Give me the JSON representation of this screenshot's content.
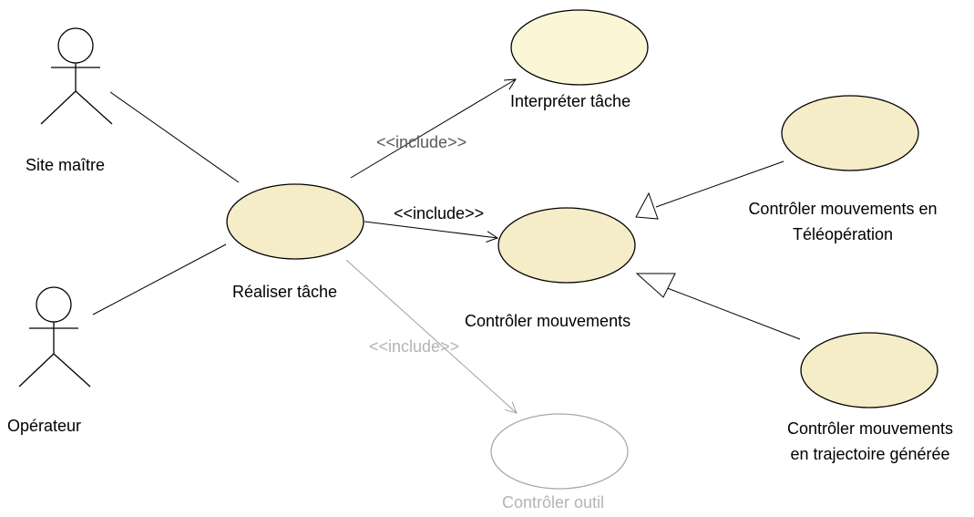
{
  "actors": {
    "site_maitre": "Site maître",
    "operateur": "Opérateur"
  },
  "use_cases": {
    "realiser_tache": "Réaliser tâche",
    "interpreter_tache": "Interpréter tâche",
    "controler_mouvements": "Contrôler mouvements",
    "controler_teleoperation_line1": "Contrôler mouvements en",
    "controler_teleoperation_line2": "Téléopération",
    "controler_trajectoire_line1": "Contrôler mouvements",
    "controler_trajectoire_line2": "en trajectoire générée",
    "controler_outil": "Contrôler outil"
  },
  "relations": {
    "include_interpreter": "<<include>>",
    "include_mouvements": "<<include>>",
    "include_outil": "<<include>>"
  },
  "colors": {
    "usecase_fill": "#f5ecc8",
    "usecase_fill_light": "#fbf6d6",
    "line": "#000000",
    "faded": "#b4b4b4"
  }
}
